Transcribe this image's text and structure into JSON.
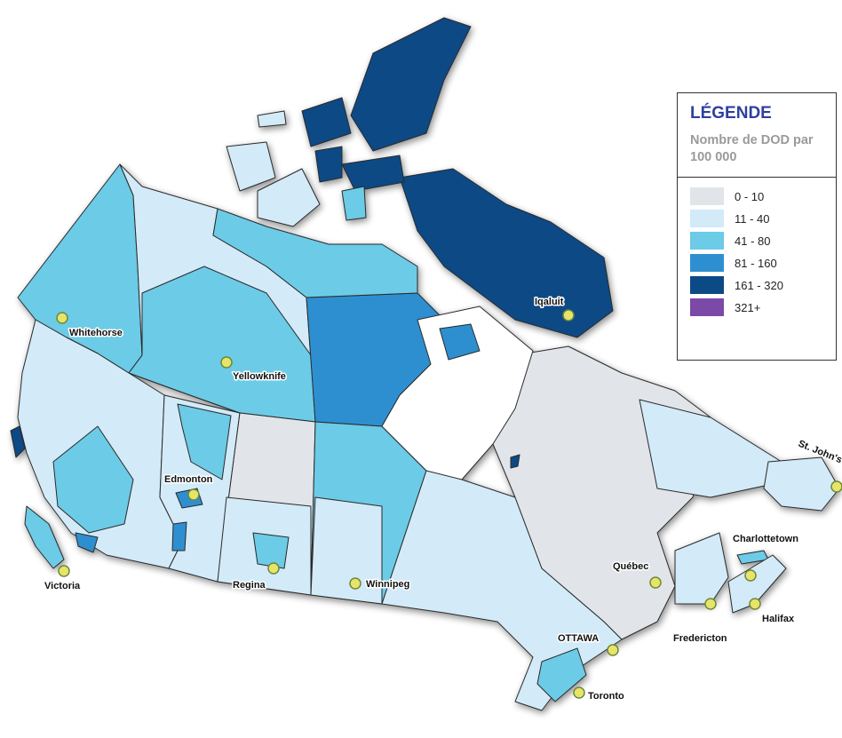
{
  "legend": {
    "title": "LÉGENDE",
    "subtitle": "Nombre de DOD par 100 000",
    "items": [
      {
        "label": "0 - 10",
        "color": "#e1e5e9"
      },
      {
        "label": "11 - 40",
        "color": "#d3eaf8"
      },
      {
        "label": "41 - 80",
        "color": "#6ccbe6"
      },
      {
        "label": "81 - 160",
        "color": "#2e8fd0"
      },
      {
        "label": "161 - 320",
        "color": "#0b4a85"
      },
      {
        "label": "321+",
        "color": "#7b4aa8"
      }
    ]
  },
  "cities": {
    "whitehorse": "Whitehorse",
    "yellowknife": "Yellowknife",
    "iqaluit": "Iqaluit",
    "edmonton": "Edmonton",
    "victoria": "Victoria",
    "regina": "Regina",
    "winnipeg": "Winnipeg",
    "quebec": "Québec",
    "ottawa": "OTTAWA",
    "toronto": "Toronto",
    "fredericton": "Fredericton",
    "charlottetown": "Charlottetown",
    "halifax": "Halifax",
    "st_johns": "St. John's"
  },
  "colors": {
    "range_0_10": "#e1e5e9",
    "range_11_40": "#d3eaf8",
    "range_41_80": "#6ccbe6",
    "range_81_160": "#2e8fd0",
    "range_161_320": "#0b4a85",
    "range_321_plus": "#7b4aa8",
    "border": "#2a2a2a",
    "water": "#ffffff"
  }
}
